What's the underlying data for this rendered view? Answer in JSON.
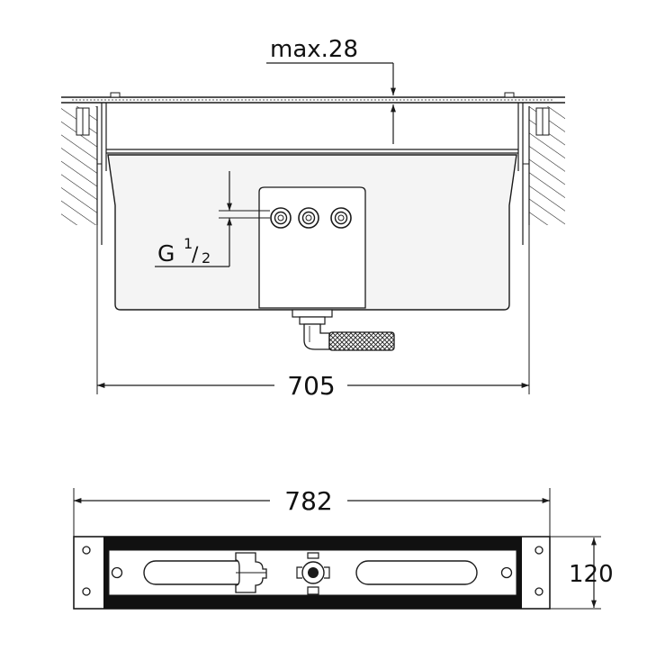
{
  "dimensions": {
    "max_depth": "max.28",
    "thread_main": "G",
    "thread_num": "1",
    "thread_den": "2",
    "frame_width": "705",
    "plate_width": "782",
    "plate_height": "120"
  },
  "colors": {
    "line": "#1a1a1a",
    "box_fill": "#f4f4f4",
    "hatch": "#1a1a1a",
    "plate_band": "#111111"
  }
}
